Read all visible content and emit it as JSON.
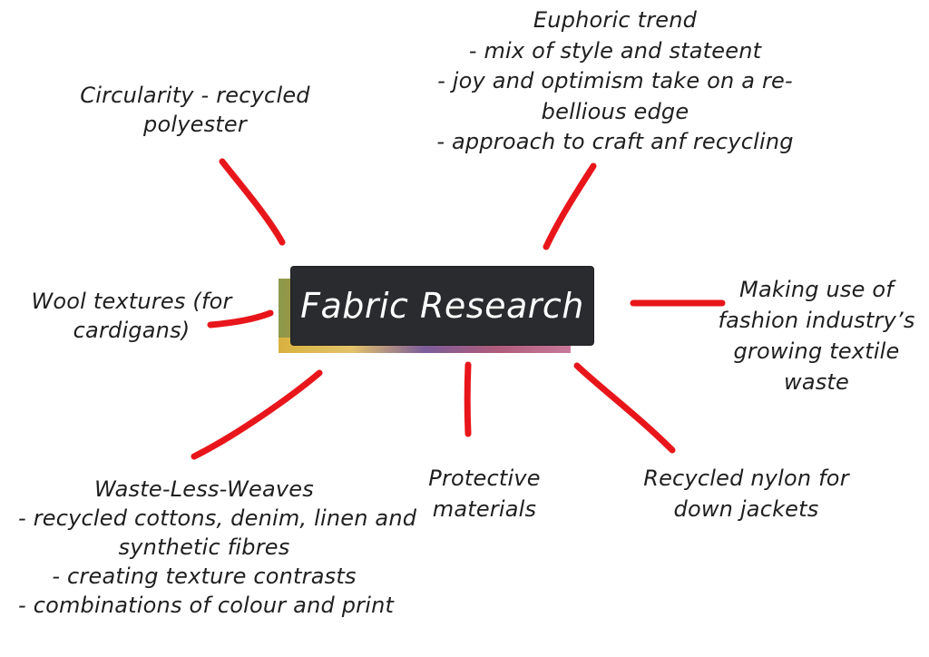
{
  "diagram": {
    "center": {
      "title": "Fabric Research"
    },
    "nodes": {
      "circularity": {
        "lines": [
          "Circularity - recycled",
          "polyester"
        ]
      },
      "euphoric": {
        "lines": [
          "Euphoric trend",
          "- mix of style and stateent",
          "- joy and optimism take on a re-",
          "bellious edge",
          "- approach to craft anf recycling"
        ]
      },
      "wool": {
        "lines": [
          "Wool textures (for",
          "cardigans)"
        ]
      },
      "waste_use": {
        "lines": [
          "Making use of",
          "fashion industry’s",
          "growing textile",
          "waste"
        ]
      },
      "waste_less": {
        "lines": [
          "Waste-Less-Weaves",
          "- recycled cottons, denim, linen and",
          "synthetic fibres",
          "- creating texture contrasts",
          "- combinations of colour and print"
        ]
      },
      "protective": {
        "lines": [
          "Protective",
          "materials"
        ]
      },
      "nylon": {
        "lines": [
          "Recycled nylon for",
          "down jackets"
        ]
      }
    },
    "connector_color": "#e8161b",
    "text_color": "#1f1f1f",
    "center_box_color": "#2a2b2e"
  }
}
